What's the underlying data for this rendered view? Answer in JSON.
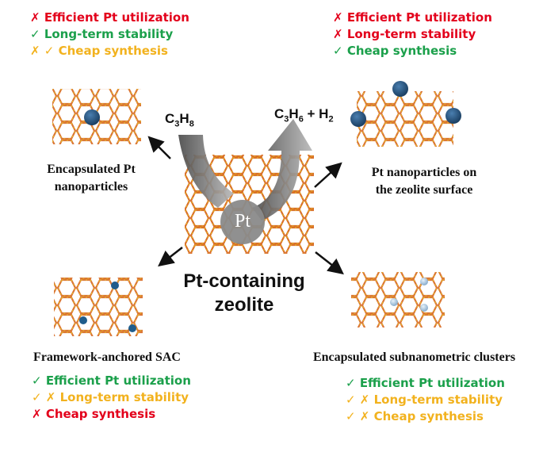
{
  "center": {
    "metal_label": "Pt",
    "title_line1": "Pt-containing",
    "title_line2": "zeolite"
  },
  "reaction": {
    "reactant_main": "C",
    "reactant_sub1": "3",
    "reactant_H": "H",
    "reactant_sub2": "8",
    "product_main": "C",
    "product_sub1": "3",
    "product_H": "H",
    "product_sub2": "6",
    "product_plus": " + H",
    "product_sub3": "2"
  },
  "quadrants": {
    "top_left": {
      "label_line1": "Encapsulated Pt",
      "label_line2": "nanoparticles",
      "criteria": [
        {
          "mark": "✗",
          "text": "Efficient Pt utilization",
          "color": "#e3001b"
        },
        {
          "mark": "✓",
          "text": "Long-term stability",
          "color": "#1ba04b"
        },
        {
          "mark": "✗ ✓",
          "text": "Cheap synthesis",
          "color": "#f2b21e"
        }
      ]
    },
    "top_right": {
      "label_line1": "Pt nanoparticles on",
      "label_line2": "the zeolite surface",
      "criteria": [
        {
          "mark": "✗",
          "text": "Efficient Pt utilization",
          "color": "#e3001b"
        },
        {
          "mark": "✗",
          "text": "Long-term stability",
          "color": "#e3001b"
        },
        {
          "mark": "✓",
          "text": "Cheap synthesis",
          "color": "#1ba04b"
        }
      ]
    },
    "bottom_left": {
      "label_line1": "Framework-anchored SAC",
      "criteria": [
        {
          "mark": "✓",
          "text": "Efficient Pt utilization",
          "color": "#1ba04b"
        },
        {
          "mark": "✓ ✗",
          "text": "Long-term stability",
          "color": "#f2b21e"
        },
        {
          "mark": "✗",
          "text": "Cheap synthesis",
          "color": "#e3001b"
        }
      ]
    },
    "bottom_right": {
      "label_line1": "Encapsulated subnanometric clusters",
      "criteria": [
        {
          "mark": "✓",
          "text": "Efficient Pt utilization",
          "color": "#1ba04b"
        },
        {
          "mark": "✓ ✗",
          "text": "Long-term stability",
          "color": "#f2b21e"
        },
        {
          "mark": "✓ ✗",
          "text": "Cheap synthesis",
          "color": "#f2b21e"
        }
      ]
    }
  },
  "colors": {
    "framework_orange": "#d9702a",
    "framework_yellow": "#e6c21e",
    "pt_particle": "#1f4f7a",
    "pt_circle": "#8a8a8a",
    "arrow_gray": "#6a6a6a"
  }
}
